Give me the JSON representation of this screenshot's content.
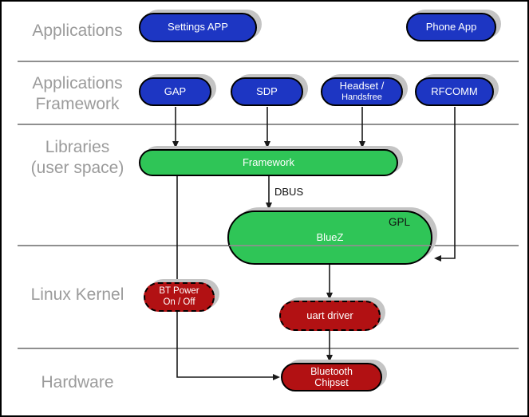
{
  "layers": [
    {
      "label": "Applications"
    },
    {
      "line1": "Applications",
      "line2": "Framework"
    },
    {
      "line1": "Libraries",
      "line2": "(user space)"
    },
    {
      "label": "Linux Kernel"
    },
    {
      "label": "Hardware"
    }
  ],
  "nodes": {
    "settings_app": {
      "label": "Settings APP"
    },
    "phone_app": {
      "label": "Phone App"
    },
    "gap": {
      "label": "GAP"
    },
    "sdp": {
      "label": "SDP"
    },
    "headset": {
      "line1": "Headset /",
      "line2": "Handsfree"
    },
    "rfcomm": {
      "label": "RFCOMM"
    },
    "framework": {
      "label": "Framework"
    },
    "bluez": {
      "label": "BlueZ",
      "tag": "GPL"
    },
    "bt_power": {
      "line1": "BT Power",
      "line2": "On / Off"
    },
    "uart_driver": {
      "label": "uart driver"
    },
    "bluetooth_chipset": {
      "line1": "Bluetooth",
      "line2": "Chipset"
    }
  },
  "annotations": {
    "dbus": "DBUS"
  },
  "colors": {
    "node_blue": "#1d36c3",
    "node_green": "#2fc557",
    "node_red": "#b21113",
    "shadow": "#c4c4c4",
    "divider": "#8f8f8f",
    "label_text": "#9b9b9b",
    "line": "#1a1a1a"
  }
}
